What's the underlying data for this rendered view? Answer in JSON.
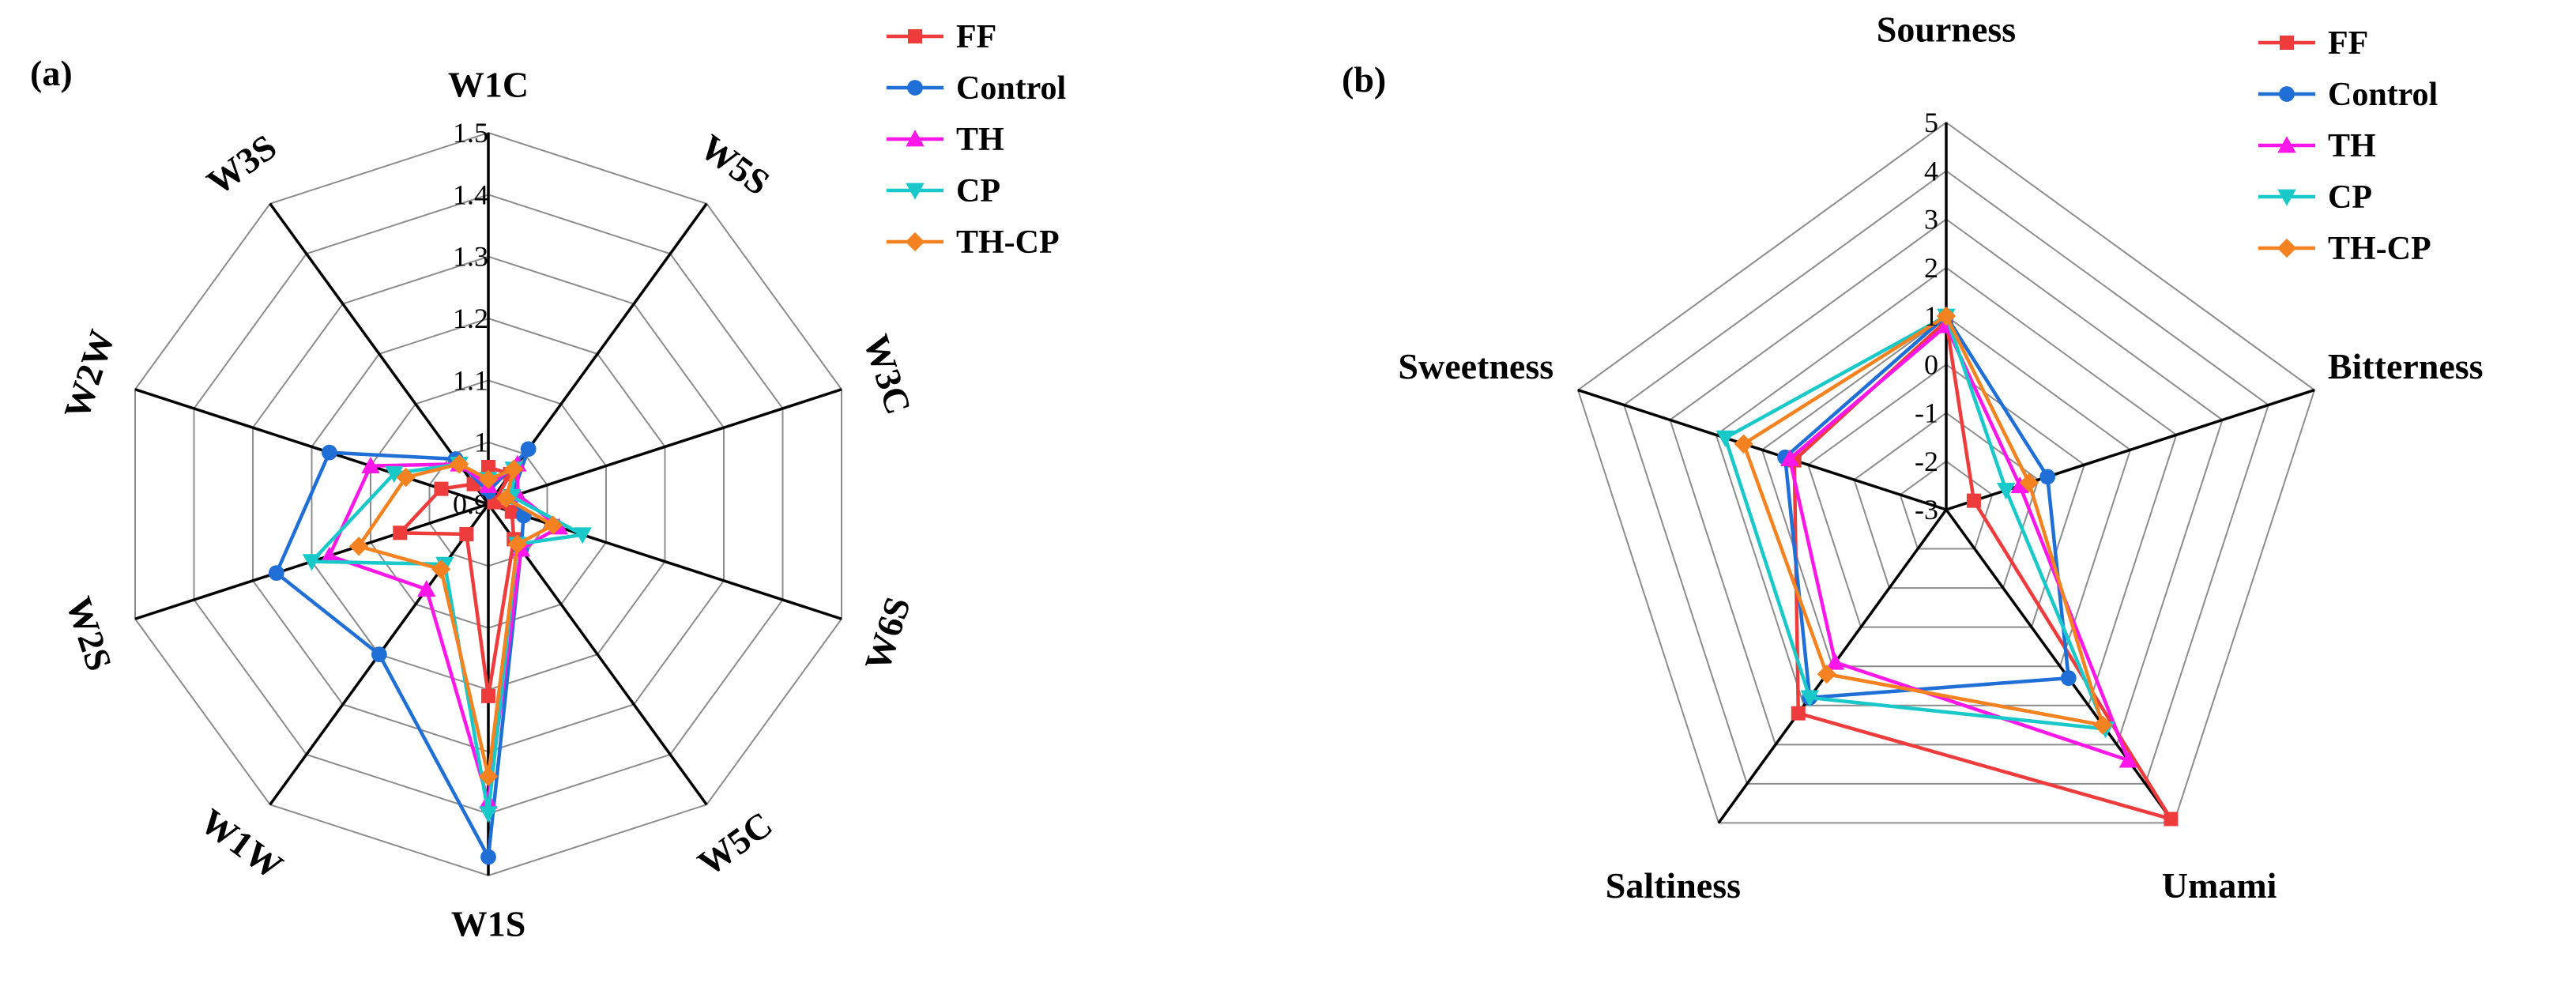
{
  "chart_data": [
    {
      "type": "radar",
      "panel": "(a)",
      "axes": [
        "W1C",
        "W5S",
        "W3C",
        "W6S",
        "W5C",
        "W1S",
        "W1W",
        "W2S",
        "W2W",
        "W3S"
      ],
      "rlim": [
        0.9,
        1.5
      ],
      "rticks": [
        "0.9",
        "1",
        "1.1",
        "1.2",
        "1.3",
        "1.4",
        "1.5"
      ],
      "legend": "top-right",
      "series": [
        {
          "name": "FF",
          "color": "#ee3b3b",
          "marker": "square",
          "values": [
            0.96,
            0.96,
            0.91,
            0.94,
            0.97,
            1.21,
            0.96,
            1.05,
            0.98,
            0.94
          ]
        },
        {
          "name": "Control",
          "color": "#1f6fd6",
          "marker": "circle",
          "values": [
            0.92,
            1.01,
            0.94,
            0.96,
            0.99,
            1.47,
            1.2,
            1.26,
            1.17,
            0.99
          ]
        },
        {
          "name": "TH",
          "color": "#ff16e8",
          "marker": "triangle-up",
          "values": [
            0.93,
            0.98,
            0.95,
            1.02,
            0.99,
            1.38,
            1.07,
            1.17,
            1.1,
            0.98
          ]
        },
        {
          "name": "CP",
          "color": "#19c8c8",
          "marker": "triangle-down",
          "values": [
            0.94,
            0.97,
            0.94,
            1.06,
            0.98,
            1.4,
            1.02,
            1.2,
            1.06,
            0.98
          ]
        },
        {
          "name": "TH-CP",
          "color": "#f58220",
          "marker": "diamond",
          "values": [
            0.94,
            0.97,
            0.93,
            1.01,
            0.98,
            1.34,
            1.03,
            1.12,
            1.04,
            0.98
          ]
        }
      ]
    },
    {
      "type": "radar",
      "panel": "(b)",
      "axes": [
        "Sourness",
        "Bitterness",
        "Umami",
        "Saltiness",
        "Sweetness"
      ],
      "rlim": [
        -3,
        5
      ],
      "rticks": [
        "-3",
        "-2",
        "-1",
        "0",
        "1",
        "2",
        "3",
        "4",
        "5"
      ],
      "legend": "top-right",
      "series": [
        {
          "name": "FF",
          "color": "#ee3b3b",
          "marker": "square",
          "values": [
            0.9,
            -2.4,
            4.9,
            2.2,
            0.3
          ]
        },
        {
          "name": "Control",
          "color": "#1f6fd6",
          "marker": "circle",
          "values": [
            1.0,
            -0.8,
            1.3,
            1.8,
            0.5
          ]
        },
        {
          "name": "TH",
          "color": "#ff16e8",
          "marker": "triangle-up",
          "values": [
            0.8,
            -1.4,
            3.4,
            0.9,
            0.4
          ]
        },
        {
          "name": "CP",
          "color": "#19c8c8",
          "marker": "triangle-down",
          "values": [
            1.0,
            -1.7,
            2.6,
            1.8,
            1.8
          ]
        },
        {
          "name": "TH-CP",
          "color": "#f58220",
          "marker": "diamond",
          "values": [
            1.0,
            -1.2,
            2.5,
            1.2,
            1.4
          ]
        }
      ]
    }
  ]
}
